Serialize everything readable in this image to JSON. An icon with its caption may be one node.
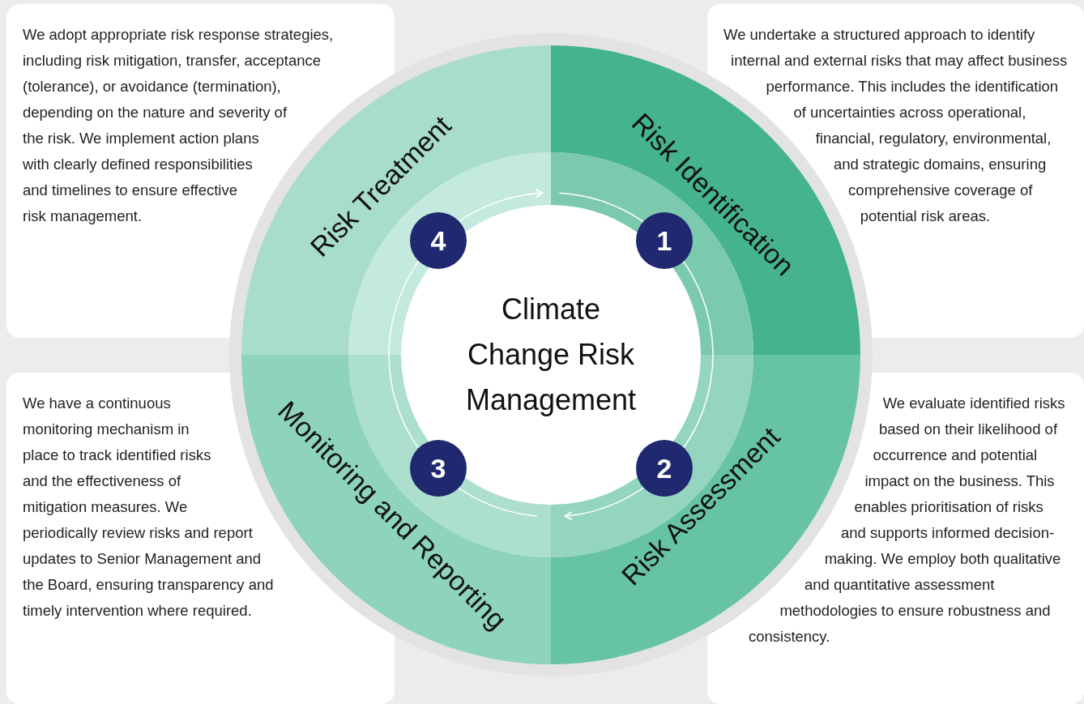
{
  "diagram": {
    "nodes": [
      {
        "text": [
          "We adopt appropriate risk response strategies, including risk mitigation, transfer, acceptance (tolerance), or avoidance (termination), depending on the nature and severity of the risk. We implement action plans  with clearly defined responsibilities and timelines to ensure effective risk management."
        ]
      },
      {
        "text": [
          "We undertake a structured approach to identify internal and external risks that may affect business performance. This includes the identification of uncertainties across operational, financial, regulatory, environmental, and strategic domains, ensuring comprehensive coverage of potential risk areas."
        ]
      },
      {
        "text": [
          "We have a continuous monitoring mechanism in place to track identified risks and the effectiveness of mitigation measures. We periodically review risks and report updates to Senior Management and the Board, ensuring transparency and timely intervention where required."
        ]
      },
      {
        "text": [
          "We evaluate identified risks based on their likelihood of occurrence and potential impact on the business. This enables prioritisation of risks and supports informed decision-making. We employ both qualitative and quantitative assessment methodologies to ensure robustness and consistency."
        ]
      },
      {
        "text": [
          "4",
          "Risk Treatment"
        ]
      },
      {
        "text": [
          "1",
          "Risk Identification"
        ]
      },
      {
        "text": [
          "3",
          "Monitoring and Reporting"
        ]
      },
      {
        "text": [
          "2",
          "Risk Assessment"
        ]
      },
      {
        "text": [
          "Climate Change Risk Management"
        ]
      }
    ]
  }
}
